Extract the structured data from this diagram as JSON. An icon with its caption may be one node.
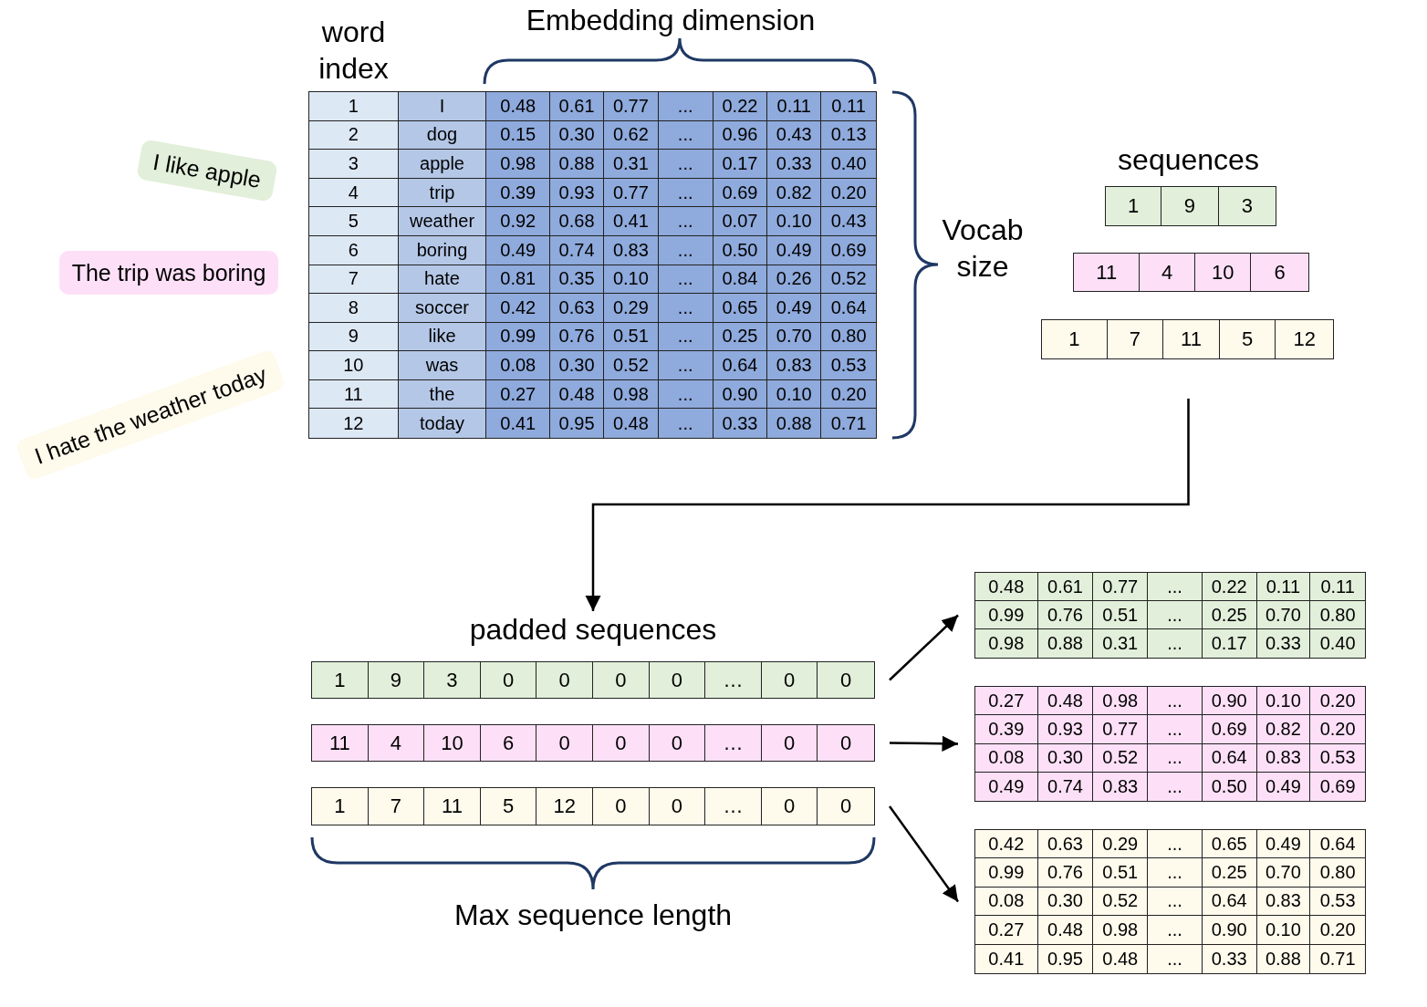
{
  "diagram": {
    "nodes": [
      {
        "text": [
          "I like apple"
        ]
      },
      {
        "text": [
          "The trip was boring"
        ]
      },
      {
        "text": [
          "I hate the weather today"
        ]
      },
      {
        "text": [
          "1",
          "I",
          "0.48",
          "0.61",
          "0.77",
          "...",
          "0.22",
          "0.11",
          "0.11",
          "2",
          "dog",
          "0.15",
          "0.30",
          "0.62",
          "...",
          "0.96",
          "0.43",
          "0.13",
          "3",
          "apple",
          "0.98",
          "0.88",
          "0.31",
          "...",
          "0.17",
          "0.33",
          "0.40",
          "4",
          "trip",
          "0.39",
          "0.93",
          "0.77",
          "...",
          "0.69",
          "0.82",
          "0.20",
          "5",
          "weather",
          "0.92",
          "0.68",
          "0.41",
          "...",
          "0.07",
          "0.10",
          "0.43",
          "6",
          "boring",
          "0.49",
          "0.74",
          "0.83",
          "...",
          "0.50",
          "0.49",
          "0.69",
          "7",
          "hate",
          "0.81",
          "0.35",
          "0.10",
          "...",
          "0.84",
          "0.26",
          "0.52",
          "8",
          "soccer",
          "0.42",
          "0.63",
          "0.29",
          "...",
          "0.65",
          "0.49",
          "0.64",
          "9",
          "like",
          "0.99",
          "0.76",
          "0.51",
          "...",
          "0.25",
          "0.70",
          "0.80",
          "10",
          "was",
          "0.08",
          "0.30",
          "0.52",
          "...",
          "0.64",
          "0.83",
          "0.53",
          "11",
          "the",
          "0.27",
          "0.48",
          "0.98",
          "...",
          "0.90",
          "0.10",
          "0.20",
          "12",
          "today",
          "0.41",
          "0.95",
          "0.48",
          "...",
          "0.33",
          "0.88",
          "0.71"
        ]
      },
      {
        "text": [
          "sequences"
        ]
      },
      {
        "text": [
          "1",
          "9",
          "3"
        ],
        "in": 4
      },
      {
        "text": [
          "11",
          "4",
          "10",
          "6"
        ],
        "in": 4
      },
      {
        "text": [
          "1",
          "7",
          "11",
          "5",
          "12"
        ],
        "in": 4
      },
      {
        "text": [
          "padded sequences"
        ]
      },
      {
        "text": [
          "1",
          "9",
          "3",
          "0",
          "0",
          "0",
          "0",
          "…",
          "0",
          "0"
        ],
        "in": 8
      },
      {
        "text": [
          "11",
          "4",
          "10",
          "6",
          "0",
          "0",
          "0",
          "…",
          "0",
          "0"
        ],
        "in": 8
      },
      {
        "text": [
          "1",
          "7",
          "11",
          "5",
          "12",
          "0",
          "0",
          "…",
          "0",
          "0"
        ],
        "in": 8
      },
      {
        "text": [
          "0.48",
          "0.61",
          "0.77",
          "...",
          "0.22",
          "0.11",
          "0.11",
          "0.99",
          "0.76",
          "0.51",
          "...",
          "0.25",
          "0.70",
          "0.80",
          "0.98",
          "0.88",
          "0.31",
          "...",
          "0.17",
          "0.33",
          "0.40"
        ]
      },
      {
        "text": [
          "0.27",
          "0.48",
          "0.98",
          "...",
          "0.90",
          "0.10",
          "0.20",
          "0.39",
          "0.93",
          "0.77",
          "...",
          "0.69",
          "0.82",
          "0.20",
          "0.08",
          "0.30",
          "0.52",
          "...",
          "0.64",
          "0.83",
          "0.53",
          "0.49",
          "0.74",
          "0.83",
          "...",
          "0.50",
          "0.49",
          "0.69"
        ]
      },
      {
        "text": [
          "0.42",
          "0.63",
          "0.29",
          "...",
          "0.65",
          "0.49",
          "0.64",
          "0.99",
          "0.76",
          "0.51",
          "...",
          "0.25",
          "0.70",
          "0.80",
          "0.08",
          "0.30",
          "0.52",
          "...",
          "0.64",
          "0.83",
          "0.53",
          "0.27",
          "0.48",
          "0.98",
          "...",
          "0.90",
          "0.10",
          "0.20",
          "0.41",
          "0.95",
          "0.48",
          "...",
          "0.33",
          "0.88",
          "0.71"
        ]
      }
    ],
    "edges": [
      {
        "from": 4,
        "to": 8,
        "arrow": "to"
      },
      {
        "from": 9,
        "to": 12,
        "arrow": "to"
      },
      {
        "from": 10,
        "to": 13,
        "arrow": "to"
      },
      {
        "from": 11,
        "to": 14,
        "arrow": "to"
      }
    ],
    "labels": [
      "word index",
      "Embedding dimension",
      "Vocab size",
      "Max sequence length"
    ]
  }
}
